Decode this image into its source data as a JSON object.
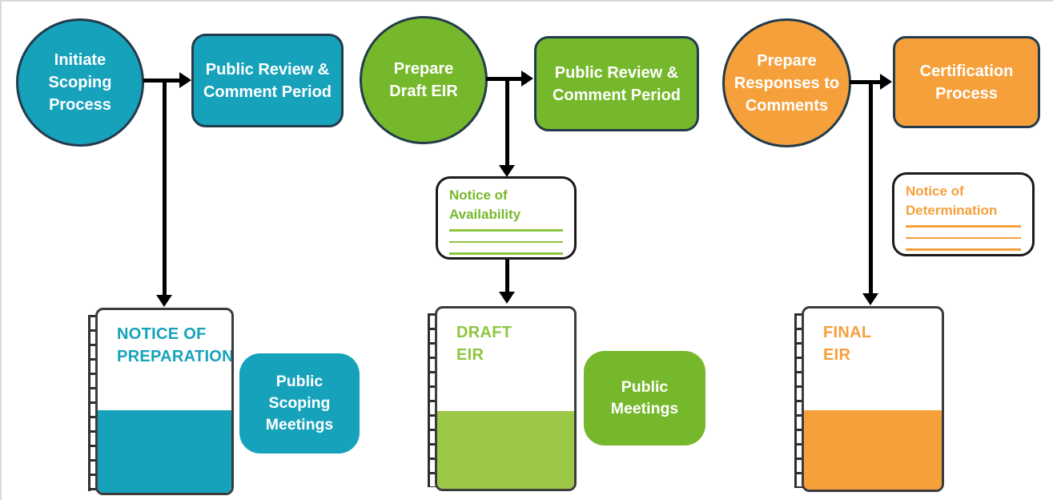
{
  "diagram": "EIR process flow",
  "colors": {
    "teal": "#17A2BC",
    "green": "#76B82B",
    "green_light": "#9CC747",
    "green_title": "#8DC63F",
    "orange": "#F6A03C",
    "shape_border": "#233B4C",
    "doc_border": "#3C3C3C",
    "card_border": "#1A1A1A",
    "binding": "#2F2F2F",
    "arrow": "#000000",
    "page_edge": "#D8D8D8"
  },
  "phases": [
    {
      "accent": "#17A2BC",
      "circle": {
        "label": "Initiate\nScoping\nProcess"
      },
      "review_box": {
        "label": "Public Review &\nComment Period"
      },
      "document": {
        "title": "NOTICE OF\nPREPARATION"
      },
      "meetings_box": {
        "label": "Public\nScoping\nMeetings"
      }
    },
    {
      "accent": "#76B82B",
      "circle": {
        "label": "Prepare\nDraft EIR"
      },
      "review_box": {
        "label": "Public Review &\nComment Period"
      },
      "notice_card": {
        "title": "Notice of\nAvailability",
        "ruled_lines": 3
      },
      "document": {
        "title": "DRAFT\nEIR"
      },
      "meetings_box": {
        "label": "Public\nMeetings"
      }
    },
    {
      "accent": "#F6A03C",
      "circle": {
        "label": "Prepare\nResponses to\nComments"
      },
      "review_box": {
        "label": "Certification\nProcess"
      },
      "notice_card": {
        "title": "Notice of\nDetermination",
        "ruled_lines": 3
      },
      "document": {
        "title": "FINAL\nEIR"
      }
    }
  ]
}
